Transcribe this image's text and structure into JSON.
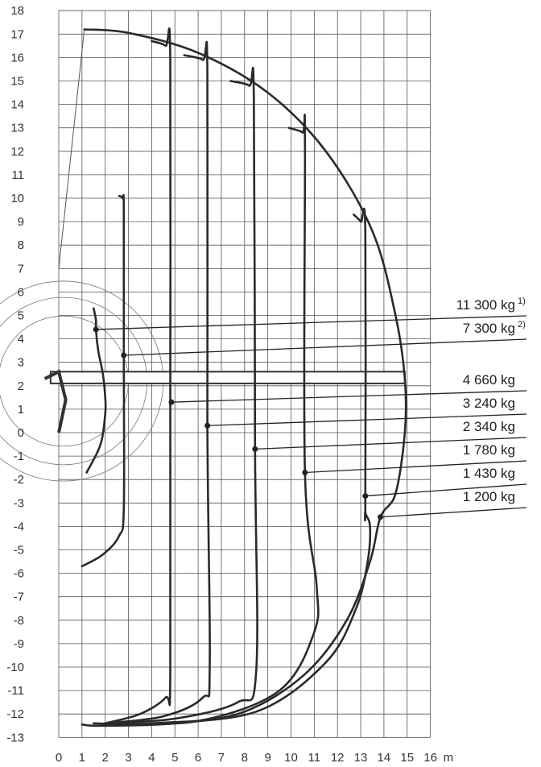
{
  "chart_data": {
    "type": "line",
    "title": "",
    "xlabel": "",
    "ylabel": "",
    "xunit": "m",
    "xlim": [
      0,
      16
    ],
    "ylim": [
      -13,
      18
    ],
    "grid": true,
    "x_ticks": [
      "0",
      "1",
      "2",
      "3",
      "4",
      "5",
      "6",
      "7",
      "8",
      "9",
      "10",
      "11",
      "12",
      "13",
      "14",
      "15",
      "16"
    ],
    "y_ticks": [
      "18",
      "17",
      "16",
      "15",
      "14",
      "13",
      "12",
      "11",
      "10",
      "9",
      "8",
      "7",
      "6",
      "5",
      "4",
      "3",
      "2",
      "1",
      "0",
      "-1",
      "-2",
      "-3",
      "-4",
      "-5",
      "-6",
      "-7",
      "-8",
      "-9",
      "-10",
      "-11",
      "-12",
      "-13"
    ],
    "series": [
      {
        "label": "11 300 kg",
        "note": "1)",
        "marker": [
          1.6,
          4.4
        ],
        "points": [
          [
            1.5,
            5.3
          ],
          [
            1.6,
            4.8
          ],
          [
            1.6,
            4.4
          ],
          [
            1.7,
            3.5
          ],
          [
            1.9,
            2.5
          ],
          [
            2.0,
            1.5
          ],
          [
            2.0,
            0.8
          ],
          [
            1.8,
            -0.5
          ],
          [
            1.2,
            -1.7
          ]
        ]
      },
      {
        "label": "7 300 kg",
        "note": "2)",
        "marker": [
          2.8,
          3.3
        ],
        "points": [
          [
            2.6,
            10.1
          ],
          [
            2.75,
            10.0
          ],
          [
            2.8,
            9.5
          ],
          [
            2.8,
            3.3
          ],
          [
            2.8,
            -3.2
          ],
          [
            2.6,
            -4.4
          ],
          [
            1.9,
            -5.2
          ],
          [
            1.0,
            -5.7
          ]
        ]
      },
      {
        "label": "4 660 kg",
        "marker": [
          4.85,
          1.3
        ],
        "points": [
          [
            4.0,
            16.7
          ],
          [
            4.6,
            16.5
          ],
          [
            4.8,
            16.0
          ],
          [
            4.8,
            1.3
          ],
          [
            4.8,
            -10.5
          ],
          [
            4.6,
            -11.3
          ],
          [
            3.5,
            -12.0
          ],
          [
            2.0,
            -12.4
          ]
        ]
      },
      {
        "label": "3 240 kg",
        "marker": [
          6.4,
          0.3
        ],
        "points": [
          [
            5.4,
            16.1
          ],
          [
            6.2,
            15.9
          ],
          [
            6.4,
            15.4
          ],
          [
            6.4,
            0.3
          ],
          [
            6.5,
            -10.0
          ],
          [
            6.2,
            -11.3
          ],
          [
            4.5,
            -12.1
          ],
          [
            2.0,
            -12.4
          ]
        ]
      },
      {
        "label": "2 340 kg",
        "marker": [
          8.45,
          -0.7
        ],
        "points": [
          [
            7.4,
            15.0
          ],
          [
            8.2,
            14.8
          ],
          [
            8.4,
            14.3
          ],
          [
            8.45,
            -0.7
          ],
          [
            8.5,
            -10.2
          ],
          [
            7.7,
            -11.5
          ],
          [
            5.0,
            -12.2
          ],
          [
            2.0,
            -12.4
          ]
        ]
      },
      {
        "label": "1 780 kg",
        "marker": [
          10.6,
          -1.7
        ],
        "points": [
          [
            9.9,
            13.0
          ],
          [
            10.5,
            12.8
          ],
          [
            10.6,
            12.4
          ],
          [
            10.6,
            -1.7
          ],
          [
            11.1,
            -6.5
          ],
          [
            11.0,
            -8.5
          ],
          [
            9.5,
            -11.0
          ],
          [
            6.0,
            -12.3
          ],
          [
            2.0,
            -12.4
          ]
        ]
      },
      {
        "label": "1 430 kg",
        "marker": [
          13.2,
          -2.7
        ],
        "points": [
          [
            12.7,
            9.3
          ],
          [
            13.0,
            9.0
          ],
          [
            13.2,
            8.6
          ],
          [
            13.2,
            -2.7
          ],
          [
            13.2,
            -3.4
          ],
          [
            13.4,
            -4.0
          ],
          [
            13.3,
            -5.5
          ],
          [
            12.8,
            -7.5
          ],
          [
            11.5,
            -9.8
          ],
          [
            8.5,
            -11.9
          ],
          [
            4.0,
            -12.4
          ],
          [
            1.5,
            -12.4
          ]
        ]
      },
      {
        "label": "1 200 kg",
        "marker": [
          13.85,
          -3.6
        ],
        "points": [
          [
            1.1,
            17.2
          ],
          [
            3.0,
            17.05
          ],
          [
            6.0,
            16.2
          ],
          [
            9.0,
            14.5
          ],
          [
            11.5,
            12.0
          ],
          [
            13.5,
            8.6
          ],
          [
            14.5,
            5.0
          ],
          [
            14.9,
            2.3
          ],
          [
            14.9,
            0
          ],
          [
            14.5,
            -2.6
          ],
          [
            13.85,
            -3.6
          ],
          [
            13.4,
            -5.5
          ],
          [
            12.4,
            -8.0
          ],
          [
            10.6,
            -10.3
          ],
          [
            8.0,
            -11.9
          ],
          [
            5.0,
            -12.4
          ],
          [
            1.8,
            -12.5
          ],
          [
            1.0,
            -12.45
          ]
        ]
      }
    ],
    "boom_label_positions": "right"
  }
}
